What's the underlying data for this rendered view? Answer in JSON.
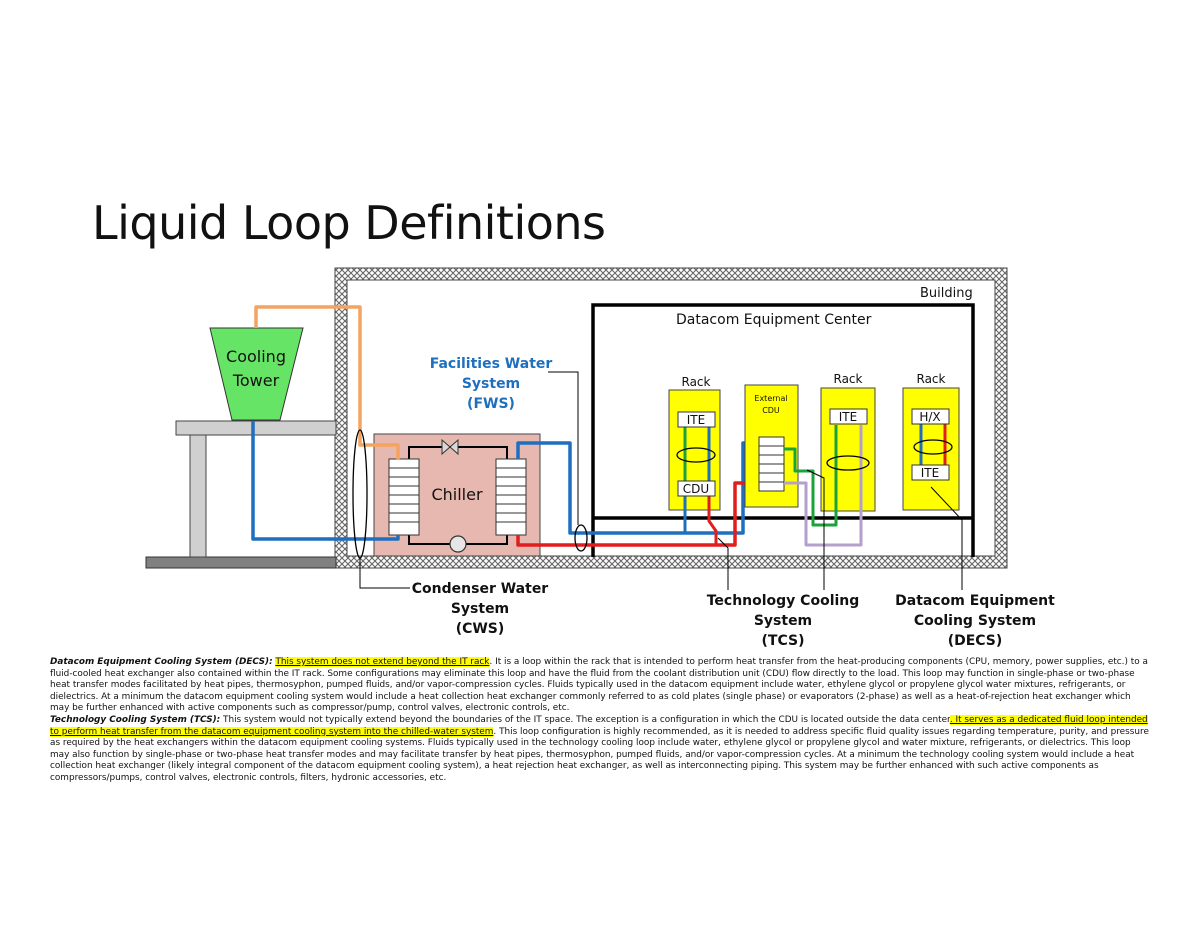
{
  "slide": {
    "title": "Liquid Loop Definitions"
  },
  "diagram": {
    "building": "Building",
    "datacom_center": "Datacom Equipment Center",
    "cooling_tower_line1": "Cooling",
    "cooling_tower_line2": "Tower",
    "chiller": "Chiller",
    "fws_line1": "Facilities Water",
    "fws_line2": "System",
    "fws_line3": "(FWS)",
    "cws_line1": "Condenser Water",
    "cws_line2": "System",
    "cws_line3": "(CWS)",
    "tcs_line1": "Technology Cooling",
    "tcs_line2": "System",
    "tcs_line3": "(TCS)",
    "decs_line1": "Datacom Equipment",
    "decs_line2": "Cooling System",
    "decs_line3": "(DECS)",
    "rack1_label": "Rack",
    "rack1_ite": "ITE",
    "rack1_cdu": "CDU",
    "external_cdu_line1": "External",
    "external_cdu_line2": "CDU",
    "rack3_label": "Rack",
    "rack3_ite": "ITE",
    "rack4_label": "Rack",
    "rack4_hx": "H/X",
    "rack4_ite": "ITE"
  },
  "colors": {
    "orange_pipe": "#f4a460",
    "blue_pipe": "#1f6fbf",
    "red_pipe": "#e11d1d",
    "green_pipe": "#1aa33a",
    "lavender_pipe": "#b4a0cc",
    "rack_fill": "#ffff00",
    "chiller_fill": "#e7b8b0",
    "tower_fill": "#66e466",
    "label_blue": "#1f6fbf",
    "highlight": "#ffff00"
  },
  "definitions": {
    "decs": {
      "term": "Datacom Equipment Cooling System (DECS):",
      "highlight": "This system does not extend beyond the IT rack",
      "body": ". It is a loop within the rack that is intended to perform heat transfer from the heat-producing components (CPU, memory, power supplies, etc.) to a fluid-cooled heat exchanger also contained within the IT rack. Some configurations may eliminate this loop and have the fluid from the coolant distribution unit (CDU) flow directly to the load. This loop may function in single-phase or two-phase heat transfer modes facilitated by heat pipes, thermosyphon, pumped fluids, and/or vapor-compression cycles. Fluids typically used in the datacom equipment include water, ethylene glycol or propylene glycol water mixtures, refrigerants, or dielectrics. At a minimum the datacom equipment cooling system would include a heat collection heat exchanger commonly referred to as cold plates (single phase) or evaporators (2-phase) as well as a heat-of-rejection heat exchanger which may be further enhanced with active components such as compressor/pump, control valves, electronic controls, etc."
    },
    "tcs": {
      "term": "Technology Cooling System (TCS):",
      "body1": " This system would not typically extend beyond the boundaries of the IT space. The exception is a configuration in which the CDU is located outside the data center",
      "highlight": ". It serves as a dedicated fluid loop intended to perform heat transfer from the datacom equipment cooling system into the chilled-water system",
      "body2": ". This loop configuration is highly recommended, as it is needed to address specific fluid quality issues regarding temperature, purity, and pressure as required by the heat exchangers within the datacom equipment cooling systems. Fluids typically used in the technology cooling loop include water, ethylene glycol or propylene glycol and water mixture, refrigerants, or dielectrics. This loop may also function by single-phase or two-phase heat transfer modes and may facilitate transfer by heat pipes, thermosyphon, pumped fluids, and/or vapor-compression cycles. At a minimum the technology cooling system would include a heat collection heat exchanger (likely integral component of the datacom equipment cooling system), a heat rejection heat exchanger, as well as interconnecting piping. This system may be further enhanced with such active components as compressors/pumps, control valves, electronic controls, filters, hydronic accessories, etc."
    }
  }
}
